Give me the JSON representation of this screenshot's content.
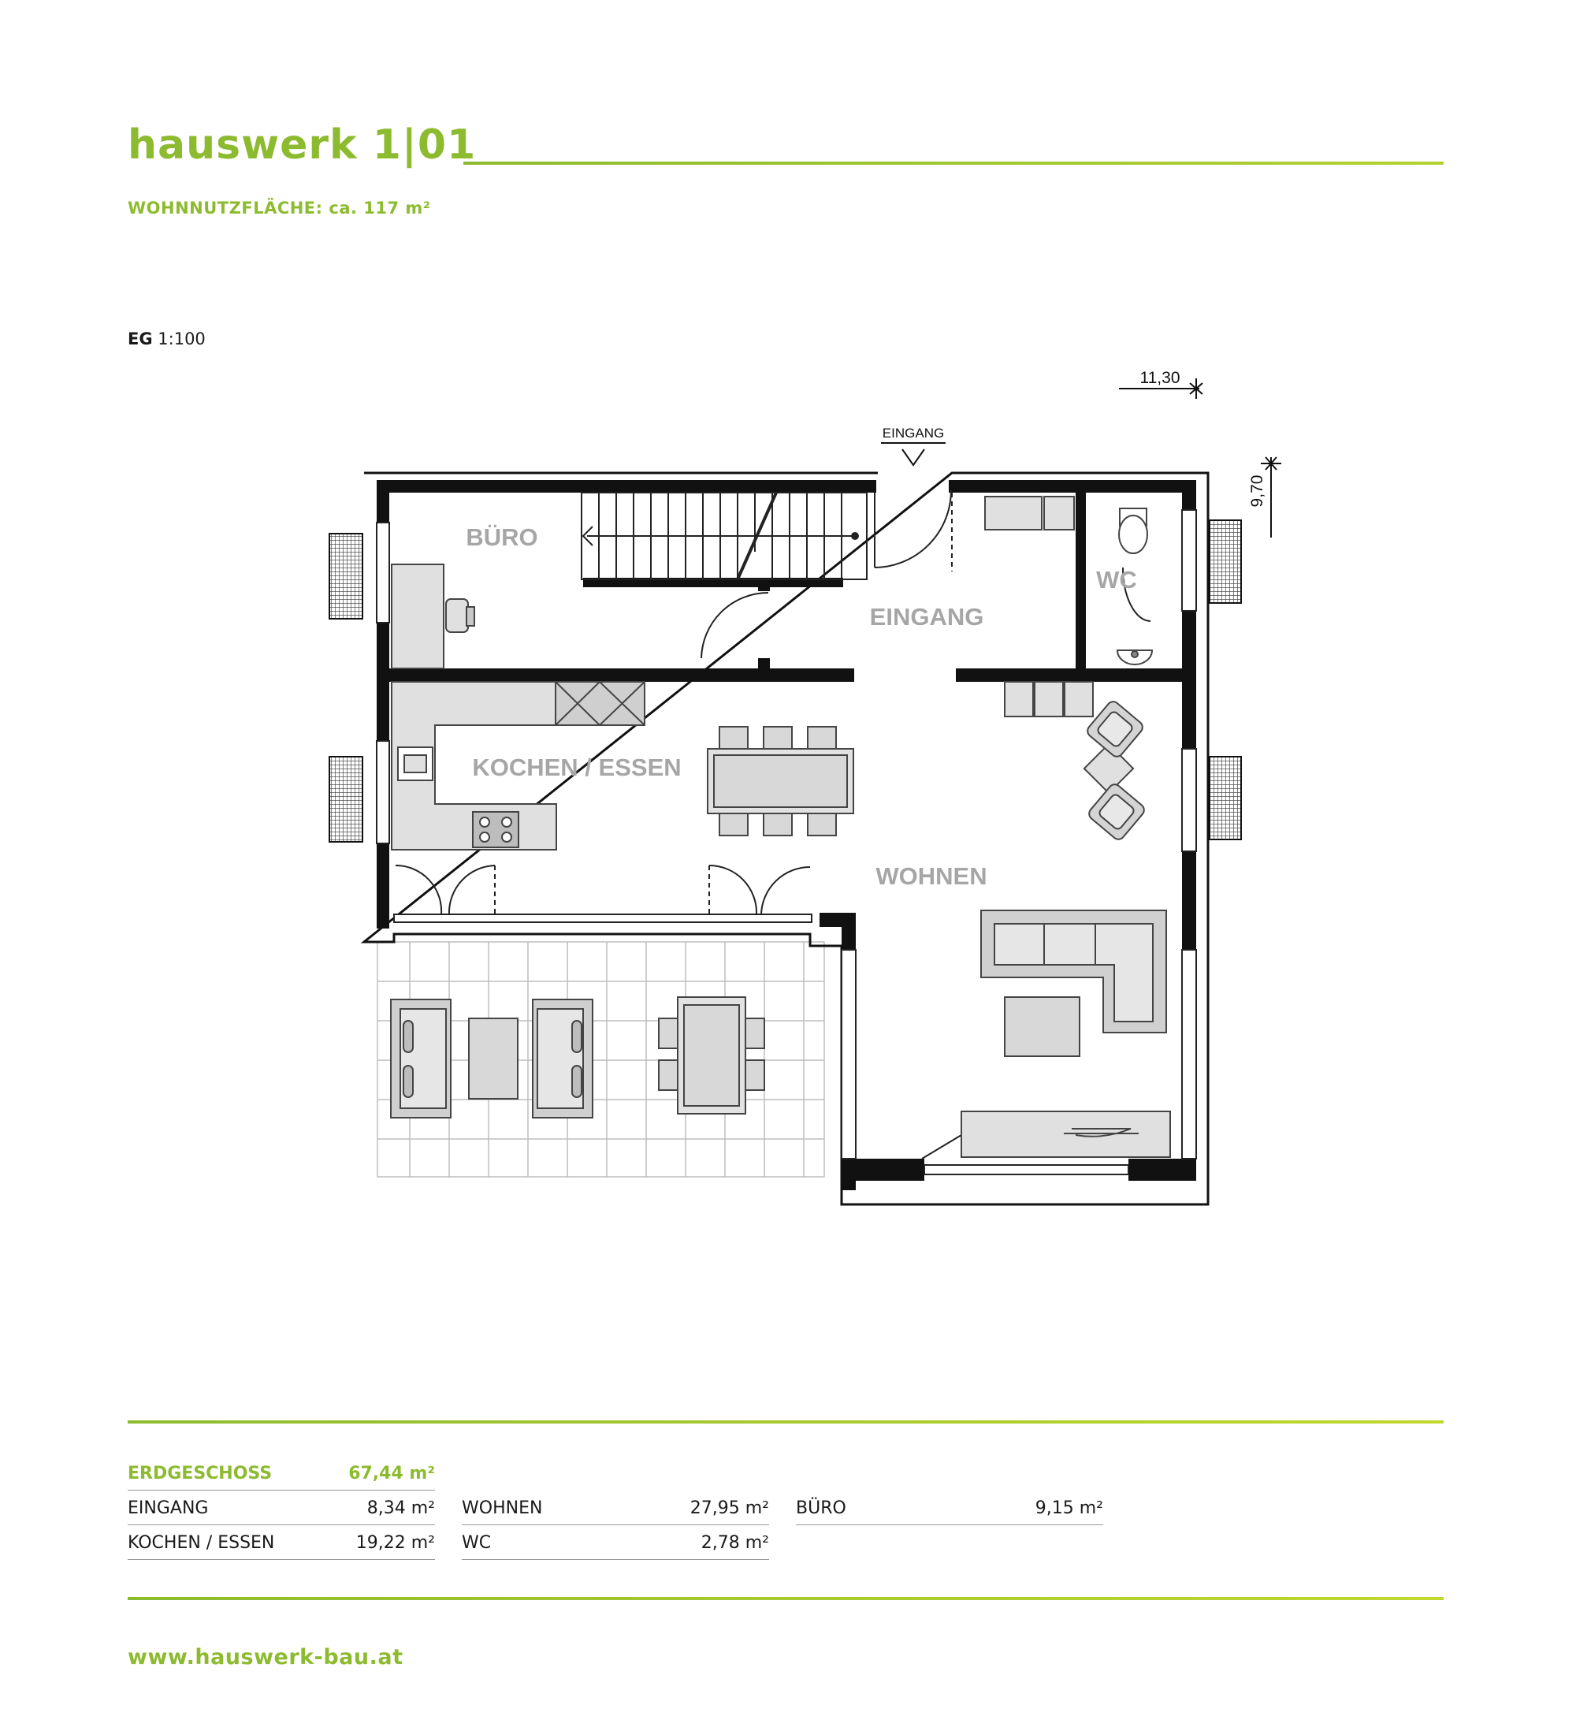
{
  "header": {
    "title": "hauswerk 1|01",
    "subtitle": "WOHNNUTZFLÄCHE: ca. 117 m²",
    "scale_prefix": "EG",
    "scale_value": " 1:100"
  },
  "plan": {
    "dim_width": "11,30",
    "dim_depth": "9,70",
    "entrance_tag": "EINGANG",
    "rooms": {
      "buero": "BÜRO",
      "eingang": "EINGANG",
      "wc": "WC",
      "kochen": "KOCHEN / ESSEN",
      "wohnen": "WOHNEN"
    }
  },
  "areas": {
    "header_label": "ERDGESCHOSS",
    "header_value": "67,44 m²",
    "rows": [
      {
        "label": "EINGANG",
        "value": "8,34 m²"
      },
      {
        "label": "KOCHEN / ESSEN",
        "value": "19,22 m²"
      },
      {
        "label": "WOHNEN",
        "value": "27,95 m²"
      },
      {
        "label": "WC",
        "value": "2,78 m²"
      },
      {
        "label": "BÜRO",
        "value": "9,15 m²"
      }
    ]
  },
  "footer": {
    "website": "www.hauswerk-bau.at"
  }
}
